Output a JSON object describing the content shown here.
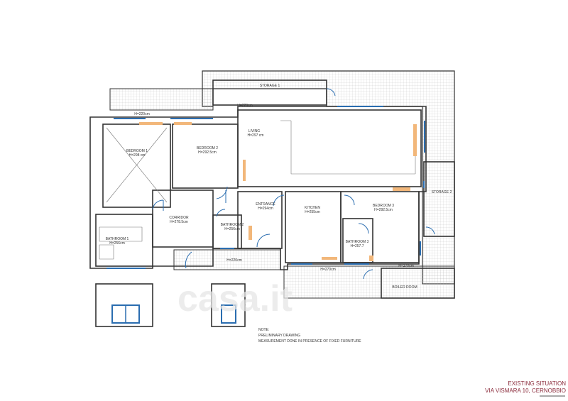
{
  "rooms": {
    "storage1": {
      "name": "STORAGE 1"
    },
    "living": {
      "name": "LIVING",
      "height": "H=297 cm"
    },
    "bedroom1": {
      "name": "BEDROOM 1",
      "height": "H=298 cm"
    },
    "bedroom2": {
      "name": "BEDROOM 2",
      "height": "H=292.5cm"
    },
    "corridor": {
      "name": "CORRIDOR",
      "height": "H=278.5cm"
    },
    "bathroom1": {
      "name": "BATHROOM 1",
      "height": "H=256cm"
    },
    "bathroom2": {
      "name": "BATHROOM 2",
      "height": "H=256cm"
    },
    "entrance": {
      "name": "ENTRANCE",
      "height": "H=294cm"
    },
    "kitchen": {
      "name": "KITCHEN",
      "height": "H=255cm"
    },
    "bedroom3": {
      "name": "BEDROOM 3",
      "height": "H=292.5cm"
    },
    "bathroom3": {
      "name": "BATHROOM 3",
      "height": "H=257.7"
    },
    "storage2": {
      "name": "STORAGE 2"
    },
    "boiler": {
      "name": "BOILER ROOM"
    }
  },
  "heights": {
    "top": "H=220cm",
    "balcony": "H=220cm",
    "kitchen_balcony": "H=270cm",
    "boiler": "H=270cm",
    "storage1": "H=220cm"
  },
  "note": {
    "heading": "NOTE:",
    "line1": "PRELIMINARY DRAWING",
    "line2": "MEASUREMENT DONE IN PRESENCE OF FIXED FURNITURE"
  },
  "title": {
    "line1": "EXISTING SITUATION",
    "line2": "VIA VISMARA 10, CERNOBBIO"
  },
  "watermark": "casa.it",
  "colors": {
    "window": "#2a6db0",
    "furniture": "#f2b77a",
    "title": "#8a2a3a"
  }
}
